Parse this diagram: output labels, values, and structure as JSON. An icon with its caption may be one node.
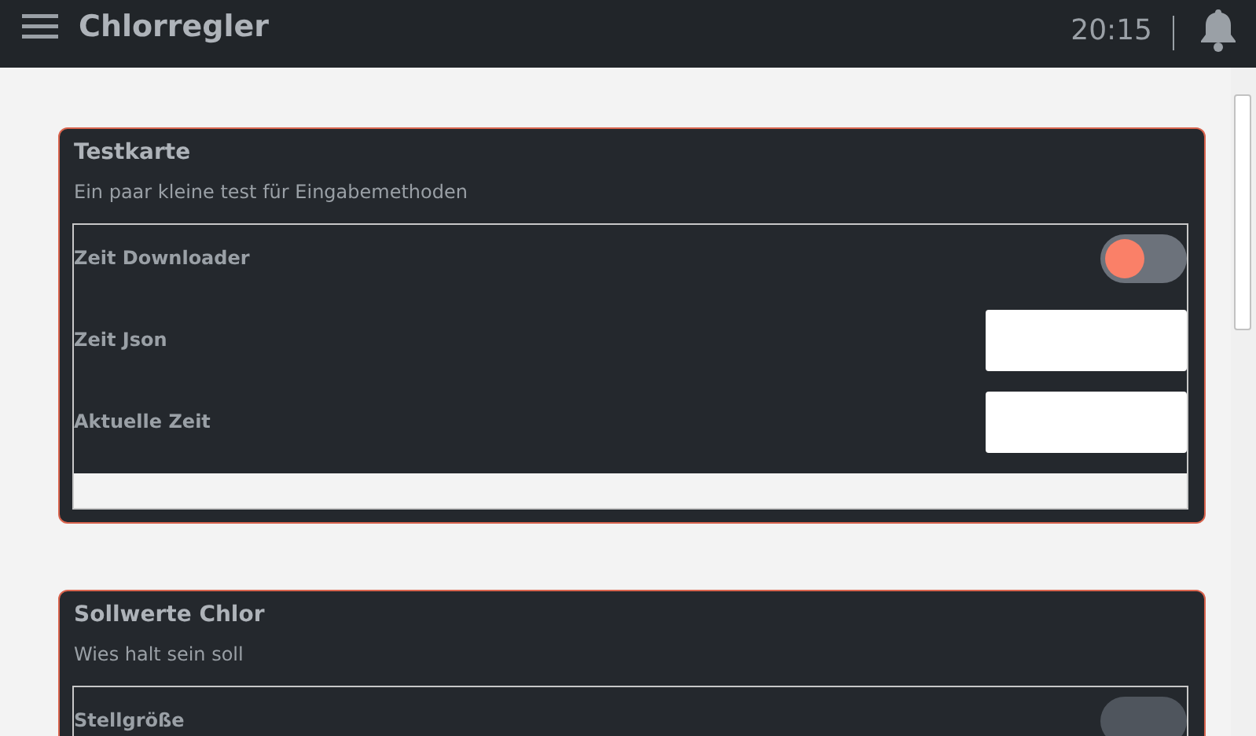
{
  "diagram": {
    "title": "Chlorregler",
    "nodes": [
      {
        "text": [
          "Testkarte",
          "Ein paar kleine test für Eingabemethoden"
        ]
      },
      {
        "text": [
          "Sollwerte Chlor",
          "Wies halt sein soll"
        ]
      }
    ],
    "labels": [
      "20:15",
      "Zeit Downloader",
      "Zeit Json",
      "Aktuelle Zeit",
      "Stellgröße"
    ]
  }
}
